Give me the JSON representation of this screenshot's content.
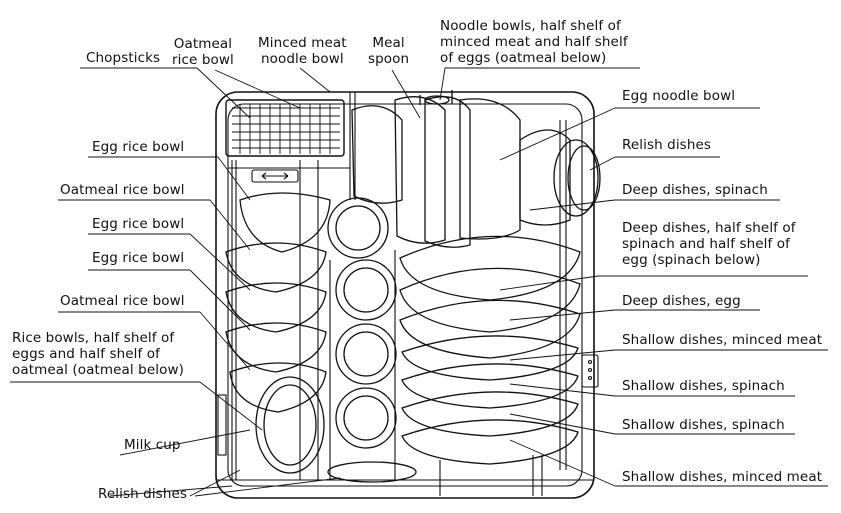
{
  "labels": {
    "chopsticks": "Chopsticks",
    "oatmeal_rice_bowl_top": "Oatmeal\nrice bowl",
    "minced_meat_noodle_bowl": "Minced meat\nnoodle bowl",
    "meal_spoon": "Meal\nspoon",
    "noodle_bowls": "Noodle bowls, half shelf of\nminced meat and half shelf\nof eggs (oatmeal below)",
    "egg_noodle_bowl": "Egg noodle bowl",
    "relish_dishes_right": "Relish dishes",
    "deep_dishes_spinach": "Deep dishes, spinach",
    "deep_dishes_half": "Deep dishes, half shelf of\nspinach and half shelf of\negg (spinach below)",
    "deep_dishes_egg": "Deep dishes, egg",
    "shallow_minced_1": "Shallow dishes, minced meat",
    "shallow_spinach_1": "Shallow dishes, spinach",
    "shallow_spinach_2": "Shallow dishes, spinach",
    "shallow_minced_2": "Shallow dishes, minced meat",
    "egg_rice_bowl_1": "Egg rice bowl",
    "oatmeal_rice_bowl_1": "Oatmeal rice bowl",
    "egg_rice_bowl_2": "Egg rice bowl",
    "egg_rice_bowl_3": "Egg rice bowl",
    "oatmeal_rice_bowl_2": "Oatmeal rice bowl",
    "rice_bowls_half": "Rice bowls, half shelf of\neggs and half shelf of\noatmeal (oatmeal below)",
    "milk_cup": "Milk cup",
    "relish_dishes_left": "Relish dishes"
  },
  "colors": {
    "line": "#111111",
    "background": "#ffffff"
  }
}
